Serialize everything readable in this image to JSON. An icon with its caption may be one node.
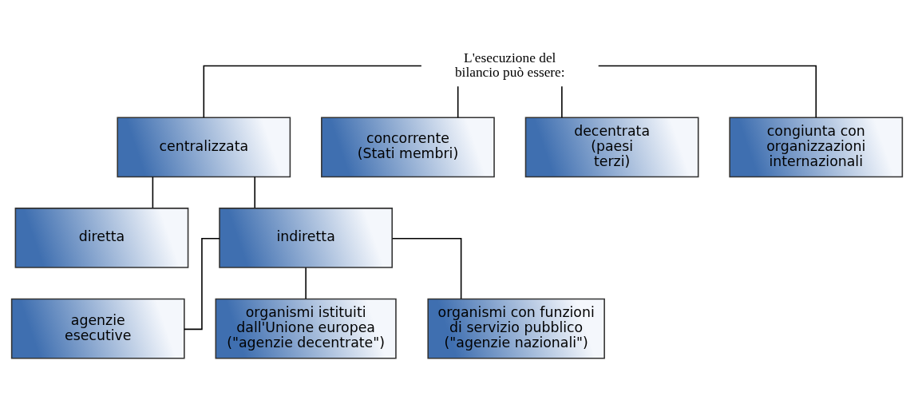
{
  "diagram": {
    "nodes": [
      {
        "text": [
          "L'esecuzione del bilancio può essere:"
        ]
      },
      {
        "text": [
          "centralizzata"
        ]
      },
      {
        "text": [
          "concorrente (Stati membri)"
        ]
      },
      {
        "text": [
          "decentrata (paesi terzi)"
        ]
      },
      {
        "text": [
          "congiunta con organizzazioni internazionali"
        ]
      },
      {
        "text": [
          "diretta"
        ]
      },
      {
        "text": [
          "indiretta"
        ]
      },
      {
        "text": [
          "agenzie esecutive"
        ]
      },
      {
        "text": [
          "organismi istituiti dall'Unione europea (\"agenzie decentrate\")"
        ]
      },
      {
        "text": [
          "organismi con funzioni di servizio pubblico (\"agenzie nazionali\")"
        ]
      }
    ],
    "edges": [
      {
        "from": 0,
        "to": 1,
        "arrow": "none"
      },
      {
        "from": 0,
        "to": 2,
        "arrow": "none"
      },
      {
        "from": 0,
        "to": 3,
        "arrow": "none"
      },
      {
        "from": 0,
        "to": 4,
        "arrow": "none"
      },
      {
        "from": 1,
        "to": 5,
        "arrow": "none"
      },
      {
        "from": 1,
        "to": 6,
        "arrow": "none"
      },
      {
        "from": 6,
        "to": 7,
        "arrow": "none"
      },
      {
        "from": 6,
        "to": 8,
        "arrow": "none"
      },
      {
        "from": 6,
        "to": 9,
        "arrow": "none"
      }
    ]
  }
}
